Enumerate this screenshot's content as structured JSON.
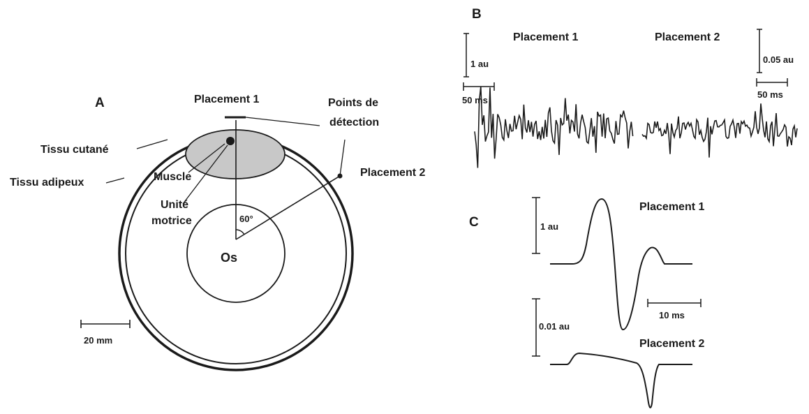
{
  "panels": {
    "a": "A",
    "b": "B",
    "c": "C"
  },
  "panel_a": {
    "placement1": "Placement 1",
    "placement2": "Placement 2",
    "points_detection_1": "Points de",
    "points_detection_2": "détection",
    "tissu_cutane": "Tissu cutané",
    "tissu_adipeux": "Tissu adipeux",
    "muscle": "Muscle",
    "unite_1": "Unité",
    "unite_2": "motrice",
    "angle": "60°",
    "os": "Os",
    "scale": "20 mm"
  },
  "panel_b": {
    "placement1": "Placement 1",
    "placement2": "Placement 2",
    "amp1": "1 au",
    "time1": "50 ms",
    "amp2": "0.05 au",
    "time2": "50 ms"
  },
  "panel_c": {
    "placement1": "Placement 1",
    "placement2": "Placement 2",
    "amp1": "1 au",
    "amp2": "0.01 au",
    "time": "10 ms"
  },
  "colors": {
    "muscle_fill": "#c8c8c8",
    "ink": "#1a1a1a"
  }
}
